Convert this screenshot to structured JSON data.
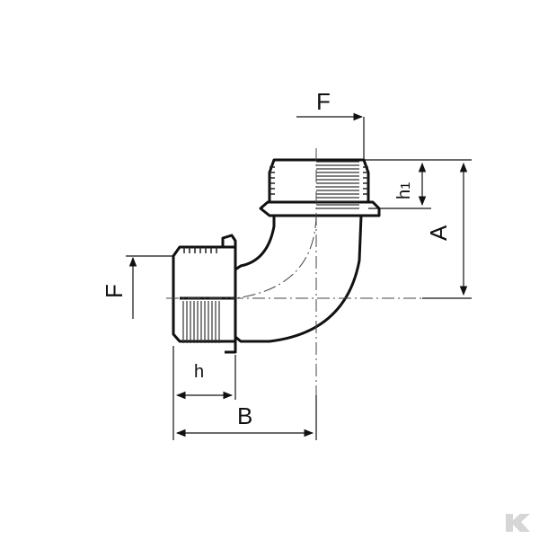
{
  "labels": {
    "F_top": "F",
    "F_side": "F",
    "A": "A",
    "B": "B",
    "h": "h",
    "h1": "h1"
  },
  "colors": {
    "line": "#111111",
    "thread": "#333333",
    "logo": "#d6d6d6"
  }
}
